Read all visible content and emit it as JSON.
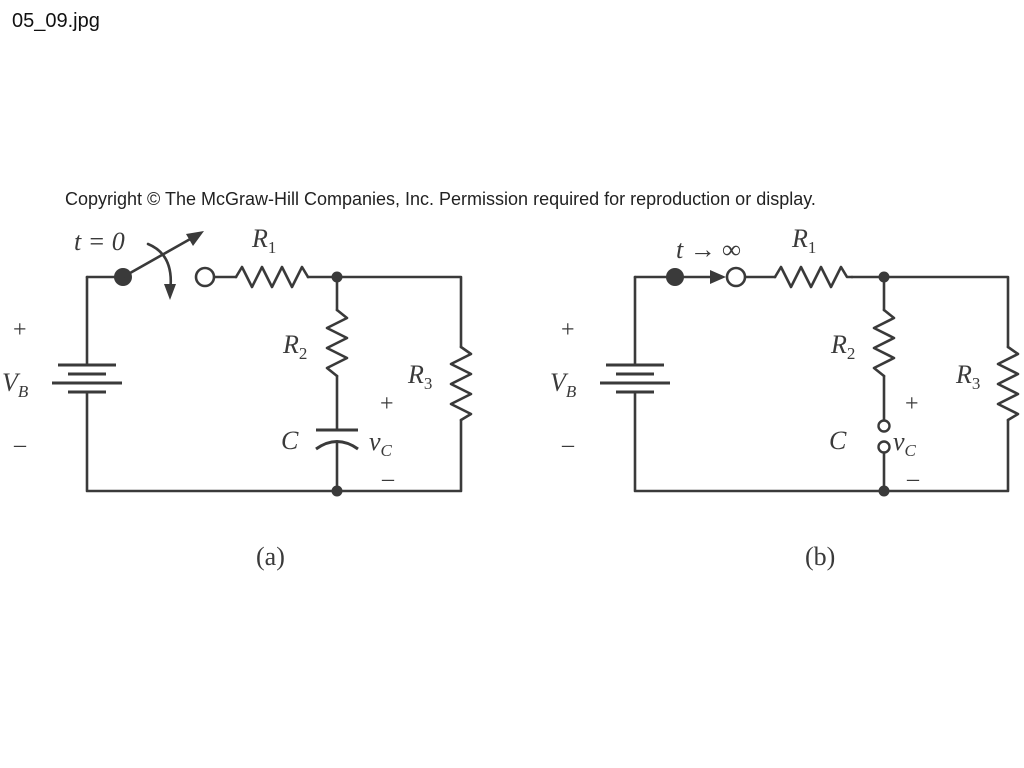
{
  "filename": "05_09.jpg",
  "copyright": "Copyright © The McGraw-Hill Companies, Inc. Permission required for reproduction or display.",
  "circuit_a": {
    "switch_label": "t = 0",
    "source": {
      "name": "V",
      "sub": "B",
      "plus": "+",
      "minus": "–"
    },
    "r1": {
      "name": "R",
      "sub": "1"
    },
    "r2": {
      "name": "R",
      "sub": "2"
    },
    "r3": {
      "name": "R",
      "sub": "3"
    },
    "cap": {
      "name": "C"
    },
    "vc": {
      "name": "v",
      "sub": "C",
      "plus": "+",
      "minus": "–"
    },
    "caption": "(a)"
  },
  "circuit_b": {
    "switch_label": "t → ∞",
    "source": {
      "name": "V",
      "sub": "B",
      "plus": "+",
      "minus": "–"
    },
    "r1": {
      "name": "R",
      "sub": "1"
    },
    "r2": {
      "name": "R",
      "sub": "2"
    },
    "r3": {
      "name": "R",
      "sub": "3"
    },
    "cap": {
      "name": "C"
    },
    "vc": {
      "name": "v",
      "sub": "C",
      "plus": "+",
      "minus": "–"
    },
    "caption": "(b)"
  }
}
